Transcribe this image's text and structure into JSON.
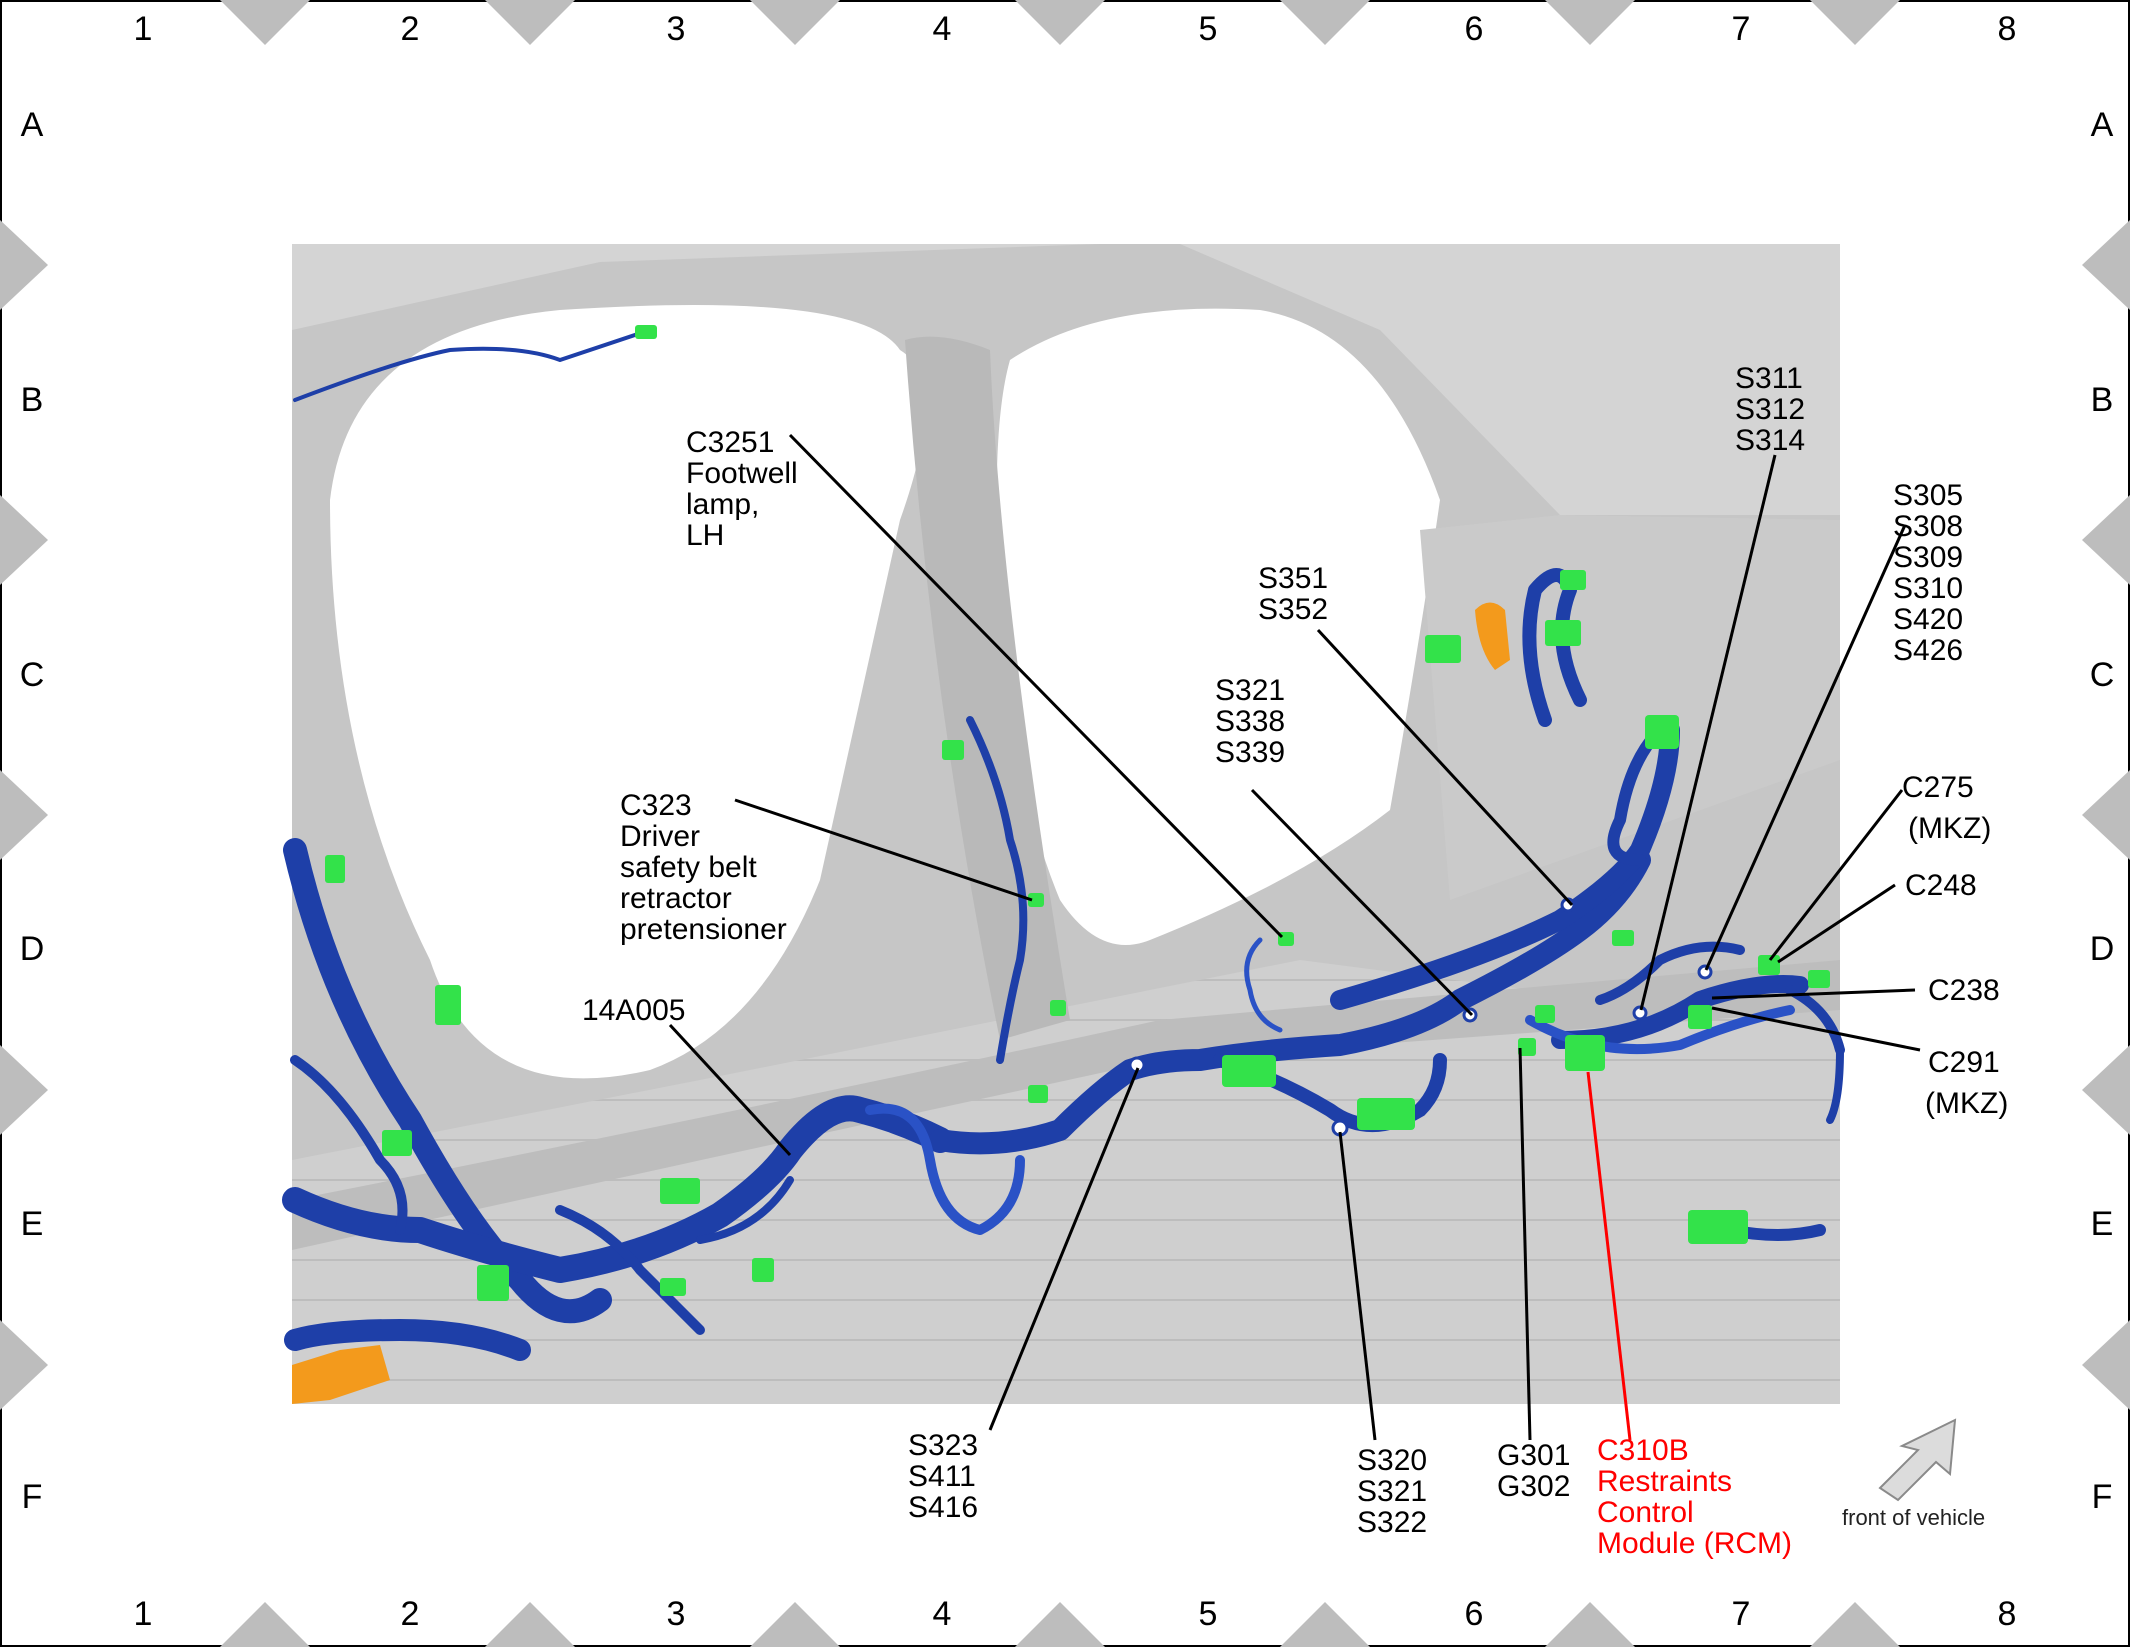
{
  "grid": {
    "columns": [
      "1",
      "2",
      "3",
      "4",
      "5",
      "6",
      "7",
      "8"
    ],
    "rows": [
      "A",
      "B",
      "C",
      "D",
      "E",
      "F"
    ]
  },
  "callouts": {
    "c3251": [
      "C3251",
      "Footwell",
      "lamp,",
      "LH"
    ],
    "c323": [
      "C323",
      "Driver",
      "safety belt",
      "retractor",
      "pretensioner"
    ],
    "h14a005": [
      "14A005"
    ],
    "s351": [
      "S351",
      "S352"
    ],
    "s321": [
      "S321",
      "S338",
      "S339"
    ],
    "s311": [
      "S311",
      "S312",
      "S314"
    ],
    "s305": [
      "S305",
      "S308",
      "S309",
      "S310",
      "S420",
      "S426"
    ],
    "c275": [
      "C275",
      "(MKZ)"
    ],
    "c248": [
      "C248"
    ],
    "c238": [
      "C238"
    ],
    "c291": [
      "C291",
      "(MKZ)"
    ],
    "s323": [
      "S323",
      "S411",
      "S416"
    ],
    "s320": [
      "S320",
      "S321",
      "S322"
    ],
    "g301": [
      "G301",
      "G302"
    ],
    "c310b": [
      "C310B",
      "Restraints",
      "Control",
      "Module (RCM)"
    ]
  },
  "front_label": "front of vehicle",
  "colors": {
    "harness": "#1e3fa8",
    "connector": "#33e24a",
    "orange_part": "#f39a1c",
    "body_gray": "#c9c9c9",
    "highlight": "#ff0000"
  }
}
